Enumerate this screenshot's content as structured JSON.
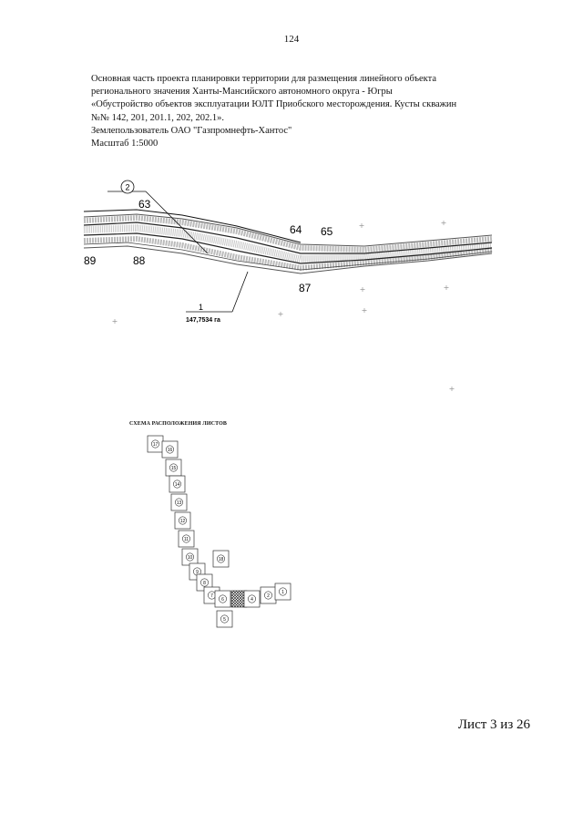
{
  "page_number": "124",
  "header": {
    "line1": "Основная часть проекта планировки территории для размещения линейного объекта",
    "line2": "регионального значения Ханты-Мансийского автономного округа - Югры",
    "line3": "«Обустройство объектов эксплуатации ЮЛТ Приобского месторождения. Кусты скважин",
    "line4": "№№ 142, 201, 201.1, 202, 202.1».",
    "line5": "Землепользователь ОАО \"Газпромнефть-Хантос\"",
    "line6": "Масштаб 1:5000"
  },
  "map": {
    "circled_label": "2",
    "points": [
      "63",
      "64",
      "65",
      "89",
      "88",
      "87"
    ],
    "parcel_number": "1",
    "parcel_area": "147,7534 га"
  },
  "scheme": {
    "title": "СХЕМА РАСПОЛОЖЕНИЯ ЛИСТОВ",
    "sheets": [
      "17",
      "16",
      "15",
      "14",
      "13",
      "12",
      "11",
      "10",
      "9",
      "18",
      "8",
      "7",
      "6",
      "5",
      "3",
      "4",
      "2",
      "1"
    ]
  },
  "footer": {
    "sheet_label": "Лист 3 из 26"
  }
}
